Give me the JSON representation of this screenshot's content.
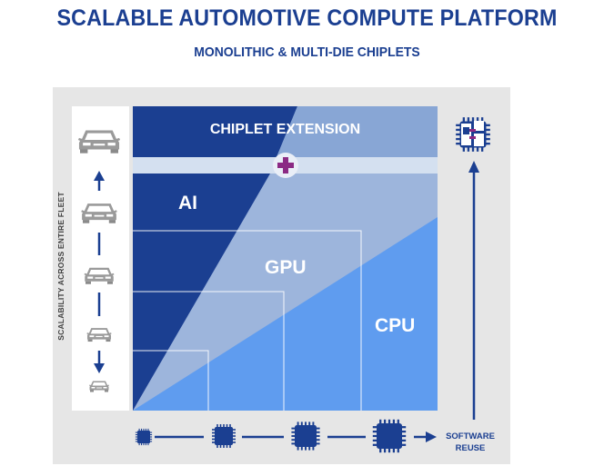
{
  "header": {
    "title": "SCALABLE AUTOMOTIVE COMPUTE PLATFORM",
    "subtitle": "MONOLITHIC & MULTI-DIE CHIPLETS"
  },
  "diagram": {
    "y_axis_label": "SCALABILITY ACROSS ENTIRE FLEET",
    "regions": {
      "chiplet": "CHIPLET EXTENSION",
      "ai": "AI",
      "gpu": "GPU",
      "cpu": "CPU"
    },
    "software_reuse": [
      "SOFTWARE",
      "REUSE"
    ],
    "icons": {
      "car": "car-icon",
      "chip": "chip-icon",
      "plus": "plus-icon",
      "chiplet_package": "chiplet-package-icon"
    },
    "colors": {
      "title": "#1b3f91",
      "ai_region": "#1b3f91",
      "gpu_region": "#86a5d4",
      "cpu_region": "#5f9cef",
      "chip": "#1b3f91",
      "plus": "#8b2a84",
      "car": "#9a9a9a"
    }
  }
}
